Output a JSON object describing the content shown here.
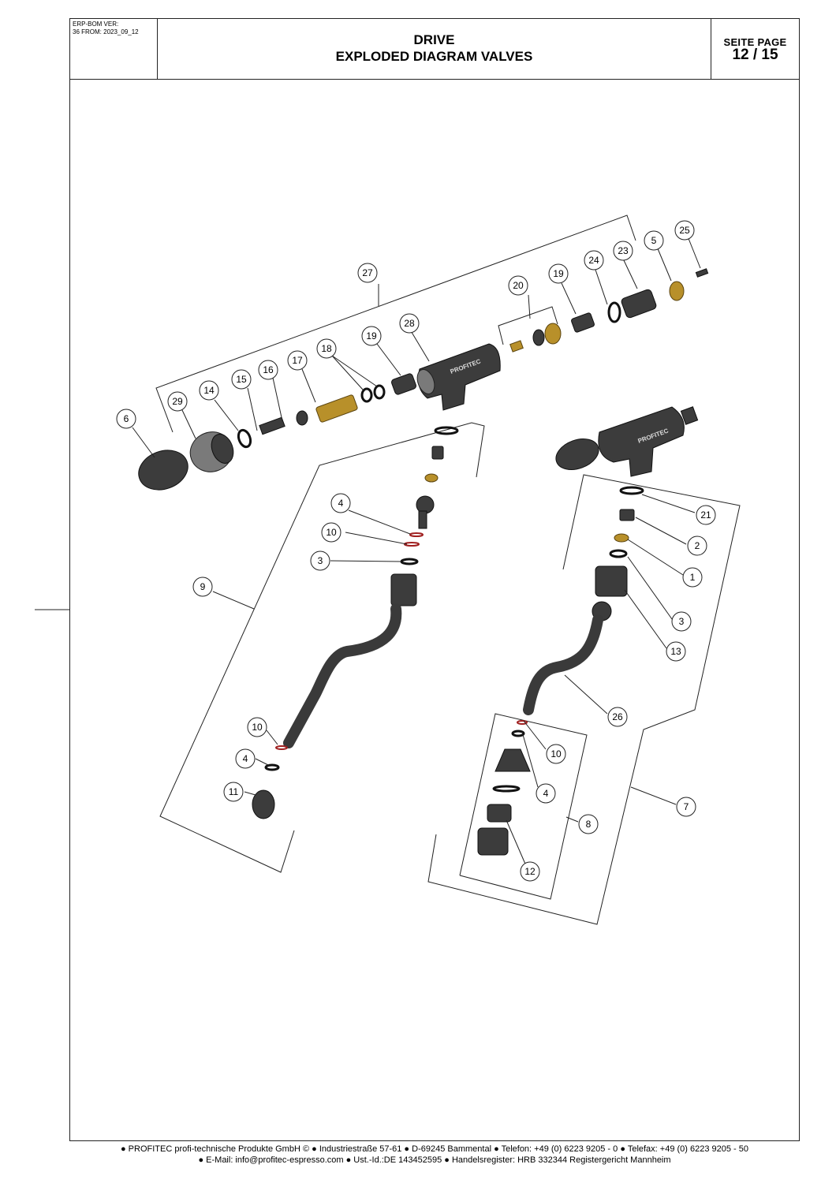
{
  "header": {
    "meta_line1": "ERP-BOM VER:",
    "meta_line2": "36 FROM: 2023_09_12",
    "title_line1": "DRIVE",
    "title_line2": "EXPLODED DIAGRAM VALVES",
    "page_label": "SEITE  PAGE",
    "page_number": "12 / 15"
  },
  "callouts": {
    "c1": "1",
    "c2": "2",
    "c3a": "3",
    "c3b": "3",
    "c4a": "4",
    "c4b": "4",
    "c4c": "4",
    "c5": "5",
    "c6": "6",
    "c7": "7",
    "c8": "8",
    "c9": "9",
    "c10a": "10",
    "c10b": "10",
    "c10c": "10",
    "c11": "11",
    "c12": "12",
    "c13": "13",
    "c14": "14",
    "c15": "15",
    "c16": "16",
    "c17": "17",
    "c18": "18",
    "c19a": "19",
    "c19b": "19",
    "c20": "20",
    "c21": "21",
    "c23": "23",
    "c24": "24",
    "c25": "25",
    "c26": "26",
    "c27": "27",
    "c28": "28",
    "c29": "29"
  },
  "brand_text": "PROFITEC",
  "footer": {
    "line1": "● PROFITEC profi-technische Produkte GmbH © ● Industriestraße 57-61 ● D-69245 Bammental ● Telefon: +49 (0) 6223 9205 - 0 ● Telefax: +49 (0) 6223 9205 - 50",
    "line2": "● E-Mail: info@profitec-espresso.com ● Ust.-Id.:DE 143452595 ● Handelsregister: HRB 332344 Registergericht Mannheim"
  }
}
